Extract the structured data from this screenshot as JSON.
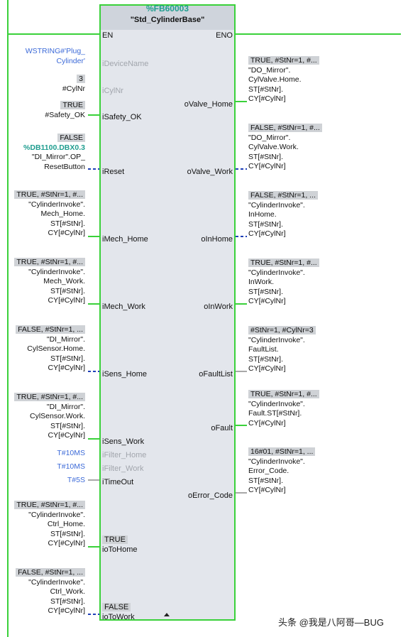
{
  "block": {
    "db_number": "%FB60003",
    "name": "\"Std_CylinderBase\""
  },
  "pins": {
    "en": "EN",
    "eno": "ENO",
    "iDeviceName": "iDeviceName",
    "iCylNr": "iCylNr",
    "iSafety_OK": "iSafety_OK",
    "iReset": "iReset",
    "iMech_Home": "iMech_Home",
    "iMech_Work": "iMech_Work",
    "iSens_Home": "iSens_Home",
    "iSens_Work": "iSens_Work",
    "iFilter_Home": "iFilter_Home",
    "iFilter_Work": "iFilter_Work",
    "iTimeOut": "iTimeOut",
    "ioToHome": "ioToHome",
    "ioToWork": "ioToWork",
    "oValve_Home": "oValve_Home",
    "oValve_Work": "oValve_Work",
    "oInHome": "oInHome",
    "oInWork": "oInWork",
    "oFaultList": "oFaultList",
    "oFault": "oFault",
    "oError_Code": "oError_Code"
  },
  "inputs": {
    "deviceName": [
      "WSTRING#'Plug_",
      "Cylinder'"
    ],
    "cylNr": {
      "value": "3",
      "name": "#CylNr"
    },
    "safety": {
      "value": "TRUE",
      "name": "#Safety_OK"
    },
    "reset": {
      "value": "FALSE",
      "addr": "%DB1100.DBX0.3",
      "l1": "\"DI_Mirror\".OP_",
      "l2": "ResetButton"
    },
    "mechHome": {
      "value": "TRUE, #StNr=1, #...",
      "l1": "\"CylinderInvoke\".",
      "l2": "Mech_Home.",
      "l3": "ST[#StNr].",
      "l4": "CY[#CylNr]"
    },
    "mechWork": {
      "value": "TRUE, #StNr=1, #...",
      "l1": "\"CylinderInvoke\".",
      "l2": "Mech_Work.",
      "l3": "ST[#StNr].",
      "l4": "CY[#CylNr]"
    },
    "sensHome": {
      "value": "FALSE, #StNr=1, ...",
      "l1": "\"DI_Mirror\".",
      "l2": "CylSensor.Home.",
      "l3": "ST[#StNr].",
      "l4": "CY[#CylNr]"
    },
    "sensWork": {
      "value": "TRUE, #StNr=1, #...",
      "l1": "\"DI_Mirror\".",
      "l2": "CylSensor.Work.",
      "l3": "ST[#StNr].",
      "l4": "CY[#CylNr]"
    },
    "filterHome": "T#10MS",
    "filterWork": "T#10MS",
    "timeOut": "T#5S",
    "ctrlHome": {
      "value": "TRUE, #StNr=1, #...",
      "l1": "\"CylinderInvoke\".",
      "l2": "Ctrl_Home.",
      "l3": "ST[#StNr].",
      "l4": "CY[#CylNr]"
    },
    "ctrlWork": {
      "value": "FALSE, #StNr=1, ...",
      "l1": "\"CylinderInvoke\".",
      "l2": "Ctrl_Work.",
      "l3": "ST[#StNr].",
      "l4": "CY[#CylNr]"
    },
    "ioToHomeVal": "TRUE",
    "ioToWorkVal": "FALSE"
  },
  "outputs": {
    "valveHome": {
      "value": "TRUE, #StNr=1, #...",
      "l1": "\"DO_Mirror\".",
      "l2": "CylValve.Home.",
      "l3": "ST[#StNr].",
      "l4": "CY[#CylNr]"
    },
    "valveWork": {
      "value": "FALSE, #StNr=1, #...",
      "l1": "\"DO_Mirror\".",
      "l2": "CylValve.Work.",
      "l3": "ST[#StNr].",
      "l4": "CY[#CylNr]"
    },
    "inHome": {
      "value": "FALSE, #StNr=1, ...",
      "l1": "\"CylinderInvoke\".",
      "l2": "InHome.",
      "l3": "ST[#StNr].",
      "l4": "CY[#CylNr]"
    },
    "inWork": {
      "value": "TRUE, #StNr=1, #...",
      "l1": "\"CylinderInvoke\".",
      "l2": "InWork.",
      "l3": "ST[#StNr].",
      "l4": "CY[#CylNr]"
    },
    "faultList": {
      "value": "#StNr=1, #CylNr=3",
      "l1": "\"CylinderInvoke\".",
      "l2": "FaultList.",
      "l3": "ST[#StNr].",
      "l4": "CY[#CylNr]"
    },
    "fault": {
      "value": "TRUE, #StNr=1, #...",
      "l1": "\"CylinderInvoke\".",
      "l2": "Fault.ST[#StNr].",
      "l3": "CY[#CylNr]"
    },
    "errorCode": {
      "value": "16#01, #StNr=1, ...",
      "l1": "\"CylinderInvoke\".",
      "l2": "Error_Code.",
      "l3": "ST[#StNr].",
      "l4": "CY[#CylNr]"
    }
  },
  "watermark": "头条 @我是八阿哥—BUG",
  "colors": {
    "wire_true": "#3ad13a",
    "wire_false": "#1e3fb8",
    "wire_neutral": "#8a8a8a",
    "block_border": "#3ad13a",
    "db_number": "#1f9d8f"
  }
}
